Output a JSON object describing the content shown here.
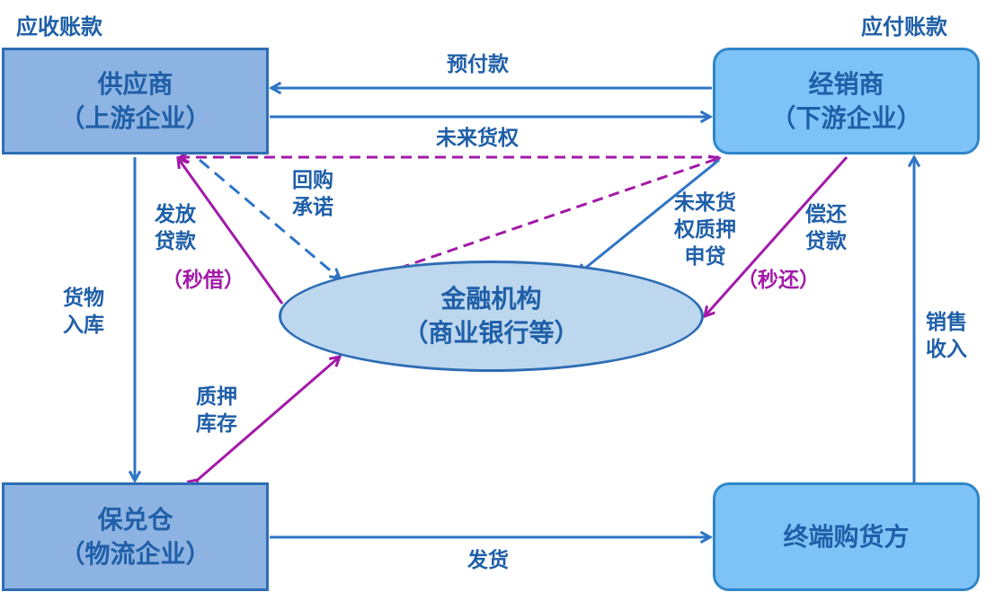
{
  "corners": {
    "receivable": "应收账款",
    "payable": "应付账款"
  },
  "nodes": {
    "supplier": {
      "line1": "供应商",
      "line2": "（上游企业）"
    },
    "dealer": {
      "line1": "经销商",
      "line2": "（下游企业）"
    },
    "bank": {
      "line1": "金融机构",
      "line2": "（商业银行等）"
    },
    "warehouse": {
      "line1": "保兑仓",
      "line2": "（物流企业）"
    },
    "buyer": {
      "line1": "终端购货方"
    }
  },
  "labels": {
    "prepay": "预付款",
    "future_rights": "未来货权",
    "buyback_1": "回购",
    "buyback_2": "承诺",
    "issue_loan_1": "发放",
    "issue_loan_2": "贷款",
    "second_borrow": "（秒借）",
    "future_pledge_1": "未来货",
    "future_pledge_2": "权质押",
    "future_pledge_3": "申贷",
    "repay_1": "偿还",
    "repay_2": "贷款",
    "second_repay": "（秒还）",
    "goods_in_1": "货物",
    "goods_in_2": "入库",
    "pledge_stock_1": "质押",
    "pledge_stock_2": "库存",
    "sales_income_1": "销售",
    "sales_income_2": "收入",
    "ship": "发货"
  },
  "colors": {
    "blue_arrow": "#2e75c6",
    "purple_arrow": "#a21aa8",
    "text_blue": "#1f5fa8"
  }
}
